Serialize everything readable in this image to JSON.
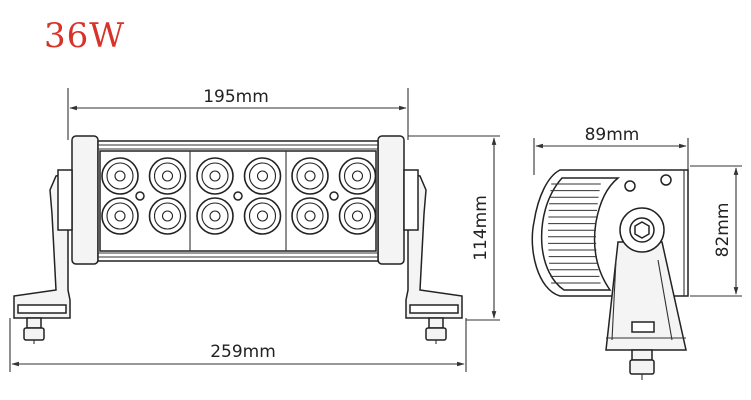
{
  "title": "36W",
  "dimensions": {
    "width_top": "195mm",
    "width_bottom": "259mm",
    "height_front": "114mm",
    "depth_side": "89mm",
    "height_side": "82mm"
  },
  "colors": {
    "title": "#d8332a",
    "line": "#222222"
  },
  "led_grid": {
    "rows": 2,
    "cols": 6
  }
}
